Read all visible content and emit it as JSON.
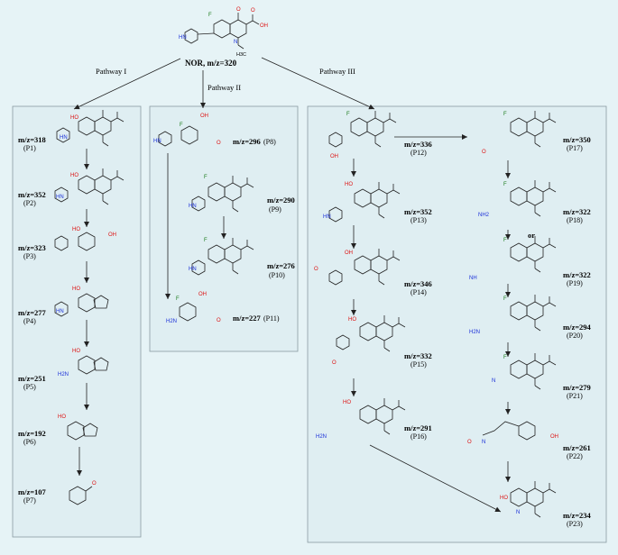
{
  "parent": {
    "label": "NOR, m/z=320"
  },
  "pathways": [
    "Pathway I",
    "Pathway II",
    "Pathway III"
  ],
  "or_label": "or",
  "products": [
    {
      "mz": "m/z=318",
      "id": "(P1)"
    },
    {
      "mz": "m/z=352",
      "id": "(P2)"
    },
    {
      "mz": "m/z=323",
      "id": "(P3)"
    },
    {
      "mz": "m/z=277",
      "id": "(P4)"
    },
    {
      "mz": "m/z=251",
      "id": "(P5)"
    },
    {
      "mz": "m/z=192",
      "id": "(P6)"
    },
    {
      "mz": "m/z=107",
      "id": "(P7)"
    },
    {
      "mz": "m/z=296",
      "id": "(P8)"
    },
    {
      "mz": "m/z=290",
      "id": "(P9)"
    },
    {
      "mz": "m/z=276",
      "id": "(P10)"
    },
    {
      "mz": "m/z=227",
      "id": "(P11)"
    },
    {
      "mz": "m/z=336",
      "id": "(P12)"
    },
    {
      "mz": "m/z=352",
      "id": "(P13)"
    },
    {
      "mz": "m/z=346",
      "id": "(P14)"
    },
    {
      "mz": "m/z=332",
      "id": "(P15)"
    },
    {
      "mz": "m/z=291",
      "id": "(P16)"
    },
    {
      "mz": "m/z=350",
      "id": "(P17)"
    },
    {
      "mz": "m/z=322",
      "id": "(P18)"
    },
    {
      "mz": "m/z=322",
      "id": "(P19)"
    },
    {
      "mz": "m/z=294",
      "id": "(P20)"
    },
    {
      "mz": "m/z=279",
      "id": "(P21)"
    },
    {
      "mz": "m/z=261",
      "id": "(P22)"
    },
    {
      "mz": "m/z=234",
      "id": "(P23)"
    }
  ],
  "atoms": {
    "O": "O",
    "N": "N",
    "F": "F",
    "OH": "OH",
    "HO": "HO",
    "NH": "NH",
    "H3C": "H3C",
    "NH2": "H2N"
  },
  "colors": {
    "background": "#e6f3f6",
    "oxygen": "#d11111",
    "nitrogen": "#1a2fd8",
    "fluorine": "#1a7a1a"
  }
}
